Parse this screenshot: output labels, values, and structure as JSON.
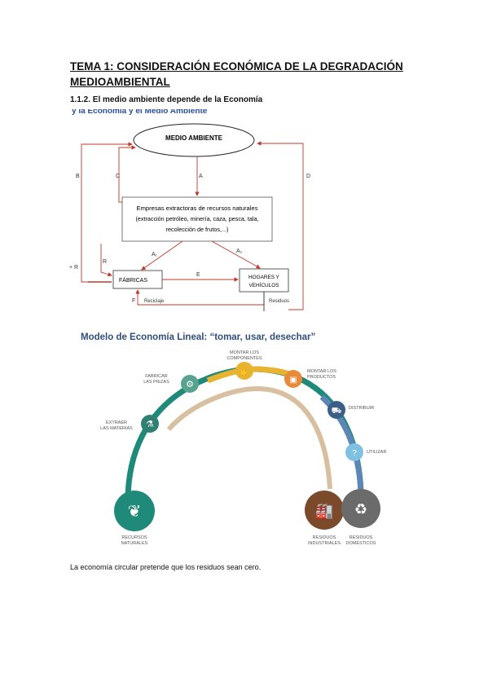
{
  "title": "TEMA 1: CONSIDERACIÓN ECONÓMICA DE LA DEGRADACIÓN MEDIOAMBIENTAL",
  "subtitle": "1.1.2. El medio ambiente depende de la Economía",
  "diagram1": {
    "partial_heading": "y la Economía y el Medio Ambiente",
    "ellipse_label": "MEDIO AMBIENTE",
    "box_label_1": "Empresas extractoras de recursos naturales",
    "box_label_2": "(extracción petróleo, minería, caza, pesca, tala,",
    "box_label_3": "recolección de frutos,...)",
    "fabricas": "FÁBRICAS",
    "hogares_1": "HOGARES Y",
    "hogares_2": "VEHÍCULOS",
    "letters": {
      "A": "A",
      "B": "B",
      "C": "C",
      "D": "D",
      "E": "E",
      "F": "F",
      "R": "R",
      "A1": "A₁",
      "A2": "A₂",
      "plusR": "+ R"
    },
    "reciclaje": "Reciclaje",
    "residuos": "Residuos"
  },
  "diagram2": {
    "heading": "Modelo de Economía Lineal: “tomar, usar, desechar”",
    "steps": [
      {
        "label1": "EXTRAER",
        "label2": "LAS MATERIAS",
        "color": "#2f7f73",
        "icon": "flask-icon"
      },
      {
        "label1": "FABRICAR",
        "label2": "LAS PIEZAS",
        "color": "#57a38f",
        "icon": "gear-icon"
      },
      {
        "label1": "MONTAR LOS",
        "label2": "COMPONENTES",
        "color": "#e8b430",
        "icon": "assembly-icon"
      },
      {
        "label1": "MONTAR LOS",
        "label2": "PRODUCTOS",
        "color": "#e98a3a",
        "icon": "product-icon"
      },
      {
        "label1": "DISTRIBUIR",
        "label2": "",
        "color": "#3b5f86",
        "icon": "truck-icon"
      },
      {
        "label1": "UTILIZAR",
        "label2": "",
        "color": "#7fc1e0",
        "icon": "bulb-icon"
      }
    ],
    "start": {
      "label1": "RECURSOS",
      "label2": "NATURALES",
      "color": "#1f8a7a"
    },
    "end1": {
      "label1": "RESIDUOS",
      "label2": "INDUSTRIALES",
      "color": "#7a4a2a"
    },
    "end2": {
      "label1": "RESIDUOS",
      "label2": "DOMÉSTICOS",
      "color": "#6b6b6b"
    }
  },
  "caption": "La economía circular pretende que los residuos sean cero."
}
